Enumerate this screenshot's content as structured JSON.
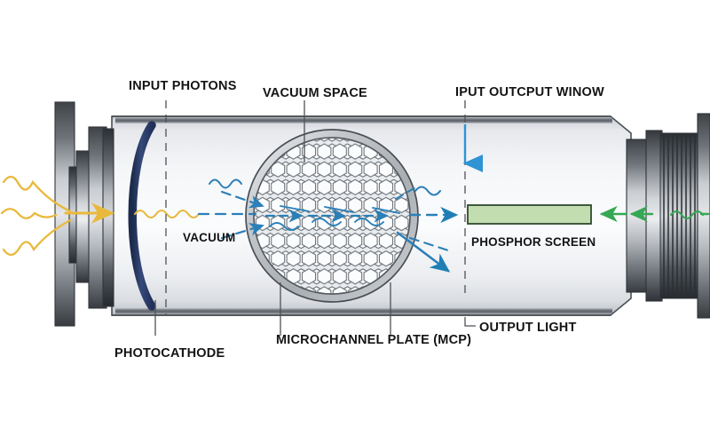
{
  "diagram": {
    "title_labels": {
      "input_photons": "INPUT PHOTONS",
      "vacuum_space": "VACUUM SPACE",
      "input_output_window": "IPUT OUTCPUT WINOW",
      "vacuum": "VACUUM",
      "phosphor_screen": "PHOSPHOR SCREEN",
      "photocathode": "PHOTOCATHODE",
      "microchannel_plate": "MICROCHANNEL PLATE (MCP)",
      "output_light": "OUTPUT LIGHT"
    },
    "colors": {
      "photon_yellow": "#e8b93c",
      "electron_blue": "#2a7fb8",
      "output_green": "#35a854",
      "photocathode_navy": "#2b3c67",
      "phosphor_fill": "#c2ddb0",
      "phosphor_stroke": "#2d4a2d",
      "metal_dark": "#4a4f55",
      "metal_light": "#d8dade",
      "tube_fill": "#eceef1",
      "mcp_ring": "#b9bdc2",
      "leader_line": "#555a5f",
      "text": "#141414"
    },
    "elements": {
      "tube_body": "vacuum tube envelope",
      "mcp_disc": "microchannel plate honeycomb disc",
      "phosphor_bar": "phosphor screen bar",
      "left_flange": "input flange stack",
      "right_connector": "threaded output connector",
      "photocathode_arc": "curved photocathode"
    }
  }
}
